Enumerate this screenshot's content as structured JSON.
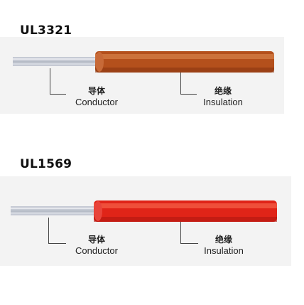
{
  "wires": [
    {
      "title": "UL3321",
      "insulation_color": "#b4501c",
      "insulation_highlight": "#d27a44",
      "insulation_shadow": "#8a3510",
      "conductor_label_cn": "导体",
      "conductor_label_en": "Conductor",
      "insulation_label_cn": "绝缘",
      "insulation_label_en": "Insulation"
    },
    {
      "title": "UL1569",
      "insulation_color": "#e02418",
      "insulation_highlight": "#f25a44",
      "insulation_shadow": "#b01810",
      "conductor_label_cn": "导体",
      "conductor_label_en": "Conductor",
      "insulation_label_cn": "绝缘",
      "insulation_label_en": "Insulation"
    }
  ],
  "conductor_color": "#c8ccd6"
}
